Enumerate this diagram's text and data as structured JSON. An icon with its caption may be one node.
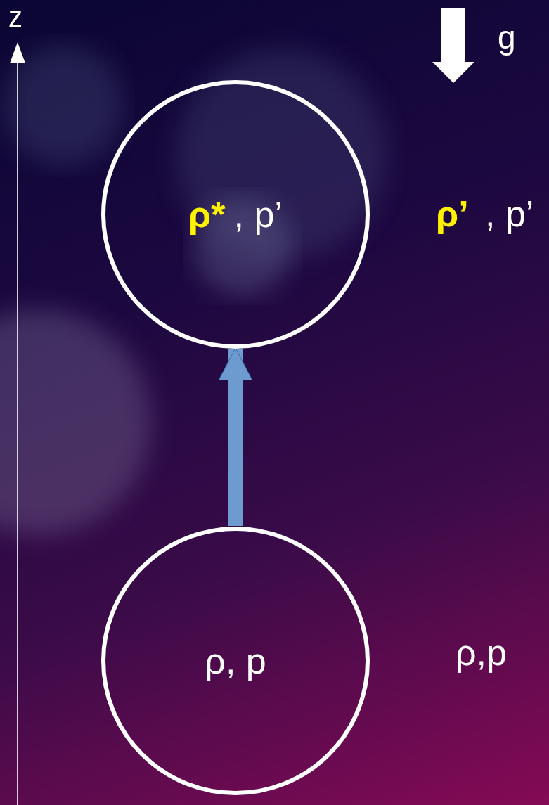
{
  "diagram": {
    "nodes": [
      {
        "text": [
          "ρ*",
          ", p’"
        ]
      },
      {
        "text": [
          "ρ, p"
        ]
      }
    ],
    "edges": [
      {
        "from": 1,
        "to": 0,
        "arrow": "to"
      }
    ],
    "labels": [
      "z",
      "g",
      "ρ’",
      ", p’",
      "ρ,p"
    ]
  }
}
